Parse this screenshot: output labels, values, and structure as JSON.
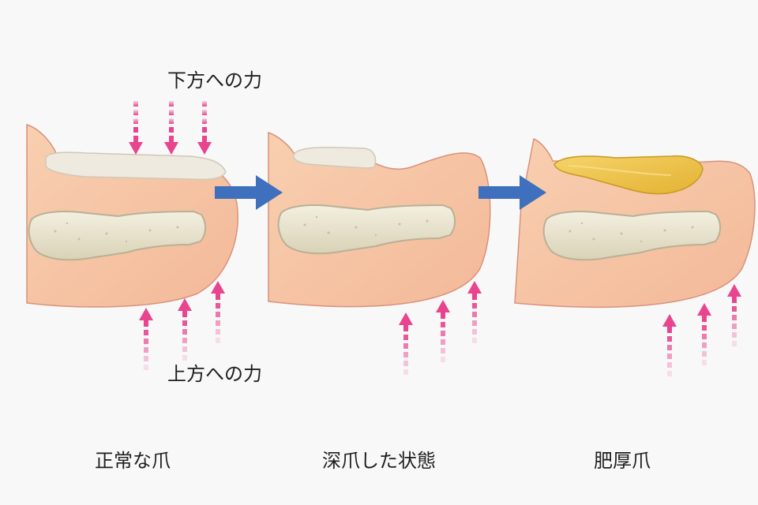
{
  "labels": {
    "downward_force": "下方への力",
    "upward_force": "上方への力"
  },
  "captions": {
    "normal": "正常な爪",
    "ingrown": "深爪した状態",
    "thickened": "肥厚爪"
  },
  "colors": {
    "skin": "#f7c6a5",
    "skin_outline": "#d9917c",
    "bone": "#ece8d4",
    "bone_outline": "#b9b096",
    "nail": "#efeadf",
    "thick_nail": "#f1c64a",
    "arrow_blue": "#3f70be",
    "force_pink": "#e8458e"
  },
  "icons": {
    "down_force": "dashed-down-arrow-icon",
    "up_force": "dashed-up-arrow-icon",
    "transition": "right-arrow-icon"
  }
}
